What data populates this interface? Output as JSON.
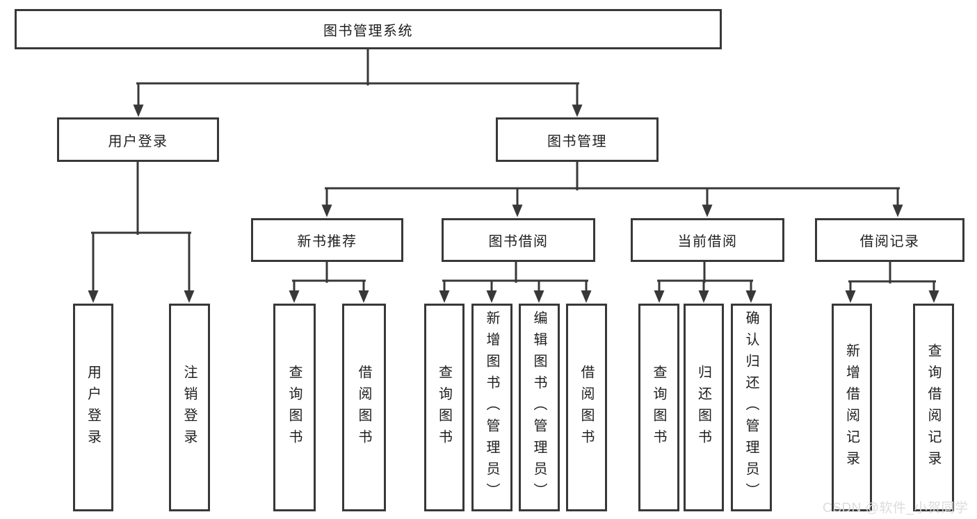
{
  "colors": {
    "background": "#ffffff",
    "line": "#383838",
    "node_border": "#383838",
    "node_text": "#1f1f1f",
    "watermark": "#dcdcdc"
  },
  "tree": {
    "root": {
      "label": "图书管理系统"
    },
    "branches": [
      {
        "label": "用户登录",
        "children": [
          {
            "label": "用户登录"
          },
          {
            "label": "注销登录"
          }
        ]
      },
      {
        "label": "图书管理",
        "children": [
          {
            "label": "新书推荐",
            "children": [
              {
                "label": "查询图书"
              },
              {
                "label": "借阅图书"
              }
            ]
          },
          {
            "label": "图书借阅",
            "children": [
              {
                "label": "查询图书"
              },
              {
                "label": "新增图书（管理员）"
              },
              {
                "label": "编辑图书（管理员）"
              },
              {
                "label": "借阅图书"
              }
            ]
          },
          {
            "label": "当前借阅",
            "children": [
              {
                "label": "查询图书"
              },
              {
                "label": "归还图书"
              },
              {
                "label": "确认归还（管理员）"
              }
            ]
          },
          {
            "label": "借阅记录",
            "children": [
              {
                "label": "新增借阅记录"
              },
              {
                "label": "查询借阅记录"
              }
            ]
          }
        ]
      }
    ]
  },
  "watermark": {
    "text": "CSDN @软件_小贺同学"
  }
}
